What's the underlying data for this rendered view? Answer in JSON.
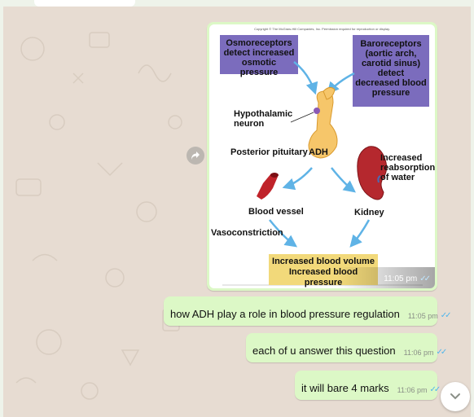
{
  "diagram": {
    "copyright": "Copyright © The McGraw-Hill Companies, Inc. Permission required for reproduction or display.",
    "osmoreceptors": "Osmoreceptors detect increased osmotic pressure",
    "baroreceptors": "Baroreceptors (aortic arch, carotid sinus) detect decreased blood pressure",
    "hypothalamic": "Hypothalamic neuron",
    "posterior_pituitary": "Posterior pituitary",
    "adh": "ADH",
    "increased_reabsorption": "Increased reabsorption of water",
    "blood_vessel": "Blood vessel",
    "kidney": "Kidney",
    "vasoconstriction": "Vasoconstriction",
    "outcome_line1": "Increased blood volume",
    "outcome_line2": "Increased blood pressure"
  },
  "image_message": {
    "time": "11:05 pm"
  },
  "messages": [
    {
      "text": "how ADH play a role in blood pressure regulation",
      "time": "11:05 pm"
    },
    {
      "text": "each of u answer this question",
      "time": "11:06 pm"
    },
    {
      "text": "it will bare 4 marks",
      "time": "11:06 pm"
    }
  ],
  "icons": {
    "share": "share-icon",
    "scroll": "chevron-down-icon",
    "ticks": "double-check-icon"
  },
  "colors": {
    "bubble": "#dcf8c6",
    "tick_blue": "#4fb6ec",
    "box_purple": "#7b6cbd",
    "box_yellow": "#f2d97a"
  }
}
